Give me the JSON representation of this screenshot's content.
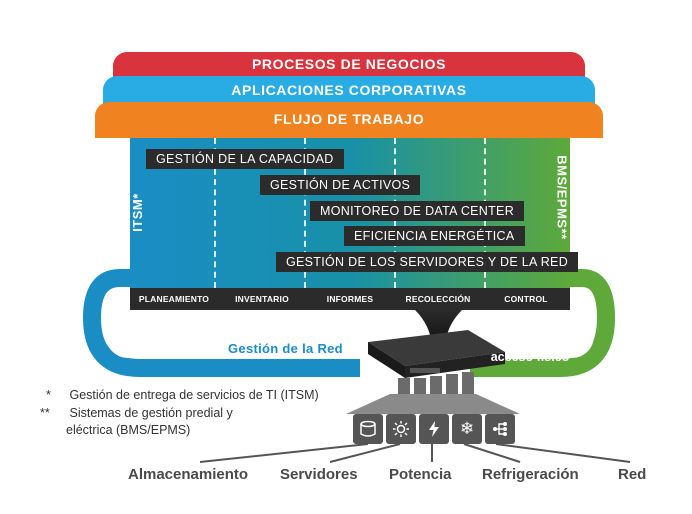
{
  "layers": {
    "business": "PROCESOS DE NEGOCIOS",
    "apps": "APLICACIONES CORPORATIVAS",
    "workflow": "FLUJO DE TRABAJO"
  },
  "side_labels": {
    "left": "ITSM*",
    "right": "BMS/EPMS**"
  },
  "functions": [
    "GESTIÓN DE LA CAPACIDAD",
    "GESTIÓN DE ACTIVOS",
    "MONITOREO DE DATA CENTER",
    "EFICIENCIA ENERGÉTICA",
    "GESTIÓN DE LOS SERVIDORES Y DE LA RED"
  ],
  "stages": [
    "PLANEAMIENTO",
    "INVENTARIO",
    "INFORMES",
    "RECOLECCIÓN",
    "CONTROL"
  ],
  "loops": {
    "left": "Gestión de la Red",
    "right": "Red de\nacceso físico"
  },
  "notes": [
    {
      "mark": "*",
      "text": "Gestión de entrega de servicios de TI (ITSM)"
    },
    {
      "mark": "**",
      "text": "Sistemas de gestión predial y"
    },
    {
      "mark": "",
      "text": "eléctrica (BMS/EPMS)"
    }
  ],
  "bottom_labels": [
    "Almacenamiento",
    "Servidores",
    "Potencia",
    "Refrigeración",
    "Red"
  ],
  "icons": [
    "storage-icon",
    "server-icon",
    "power-icon",
    "cooling-icon",
    "network-icon"
  ],
  "colors": {
    "business": "#d9343e",
    "apps": "#29ace3",
    "workflow": "#f0821f",
    "left_blue": "#1a8ec4",
    "right_green": "#5ea93a",
    "dark": "#2b2b2b",
    "gray": "#555555"
  }
}
